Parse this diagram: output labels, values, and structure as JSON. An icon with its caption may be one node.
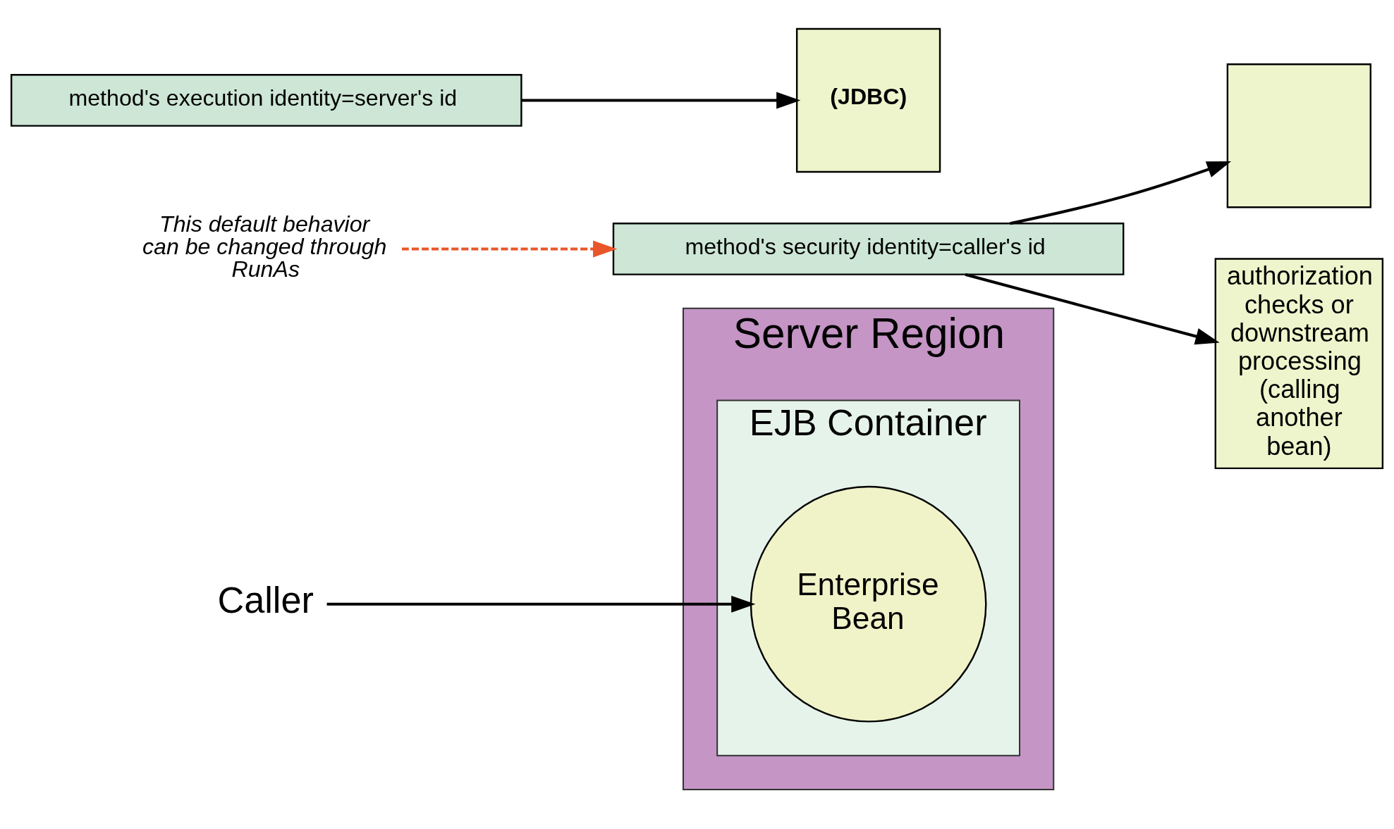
{
  "diagram": {
    "nodes": [
      {
        "text": [
          "Server Region"
        ]
      },
      {
        "text": [
          "EJB Container"
        ],
        "in": 0
      },
      {
        "text": [
          "method's security identity=caller's id"
        ]
      },
      {
        "text": [
          "Enterprise Bean"
        ],
        "in": 1
      },
      {
        "text": [
          "method's execution identity=server's id"
        ]
      },
      {
        "text": [],
        "shape": "box"
      },
      {
        "text": [
          "(JDBC)"
        ]
      },
      {
        "text": [
          "Caller"
        ]
      },
      {
        "text": [
          "authorization checks or downstream processing (calling another bean)"
        ]
      },
      {
        "text": [
          "This default behavior can be changed through RunAs"
        ]
      }
    ],
    "edges": [
      {
        "from": 2,
        "to": 5,
        "arrow": "to"
      },
      {
        "from": 2,
        "to": 8,
        "arrow": "to"
      },
      {
        "from": 7,
        "to": 3,
        "arrow": "to"
      },
      {
        "from": 4,
        "to": 6,
        "arrow": "to"
      },
      {
        "from": 9,
        "to": 2,
        "arrow": "to",
        "style": "dashed",
        "color": "#e8562a"
      }
    ]
  }
}
